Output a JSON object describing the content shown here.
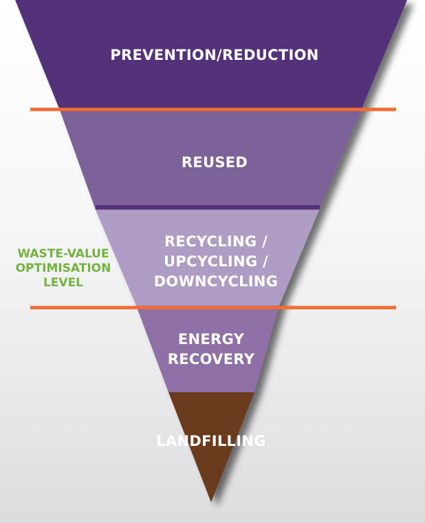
{
  "tiers": [
    {
      "label": "PREVENTION/REDUCTION",
      "color": "#533379"
    },
    {
      "label": "REUSED",
      "color": "#7b6298"
    },
    {
      "label": "RECYCLING /\nUPCYCLING /\nDOWNCYCLING",
      "color": "#ae9cc4"
    },
    {
      "label": "ENERGY\nRECOVERY",
      "color": "#8f70a6"
    },
    {
      "label": "LANDFILLING",
      "color": "#6a3a1c"
    }
  ],
  "side_label": "WASTE-VALUE\nOPTIMISATION\nLEVEL",
  "colors": {
    "separator_orange": "#f26c33",
    "side_label_green": "#73b33c",
    "tier_text": "#ffffff"
  }
}
